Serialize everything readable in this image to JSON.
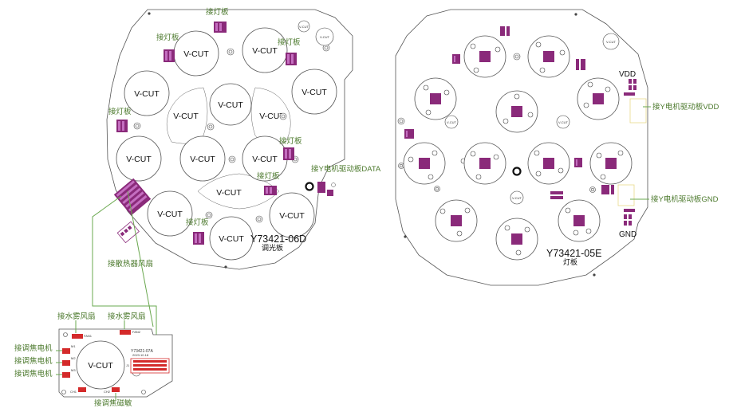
{
  "colors": {
    "label": "#4d7a2e",
    "wire": "#6aa84f",
    "component": "#8a2a7a",
    "component_pad": "#c46ec0",
    "red_component": "#d42a2a",
    "outline": "#555555"
  },
  "vcut": "V-CUT",
  "left_board": {
    "model": "Y73421-06D",
    "name": "调光板",
    "led_label": "接灯板",
    "data_label": "接Y电机驱动板DATA",
    "fan_label": "接散热器风扇",
    "vcut_small": "V-CUT"
  },
  "right_board": {
    "model": "Y73421-05E",
    "name": "灯板",
    "vdd": "VDD",
    "gnd": "GND",
    "vdd_label": "接Y电机驱动板VDD",
    "gnd_label": "接Y电机驱动板GND",
    "vcut_small": "V-CUT"
  },
  "small_board": {
    "model": "Y73421-07A",
    "date": "2023.10.18",
    "fan_label_1": "接水雾风扇",
    "fan_label_2": "接水雾风扇",
    "motor_label_1": "接调焦电机",
    "motor_label_2": "接调焦电机",
    "motor_label_3": "接调焦电机",
    "magnet_label": "接调焦磁敏",
    "fan_silk_1": "FAN1",
    "fan_silk_2": "FAN2",
    "m_silk_1": "M1",
    "m_silk_2": "M2",
    "m_silk_3": "M3",
    "ch_silk_1": "CH1",
    "ch_silk_2": "CH2",
    "j_silk": "J1"
  }
}
